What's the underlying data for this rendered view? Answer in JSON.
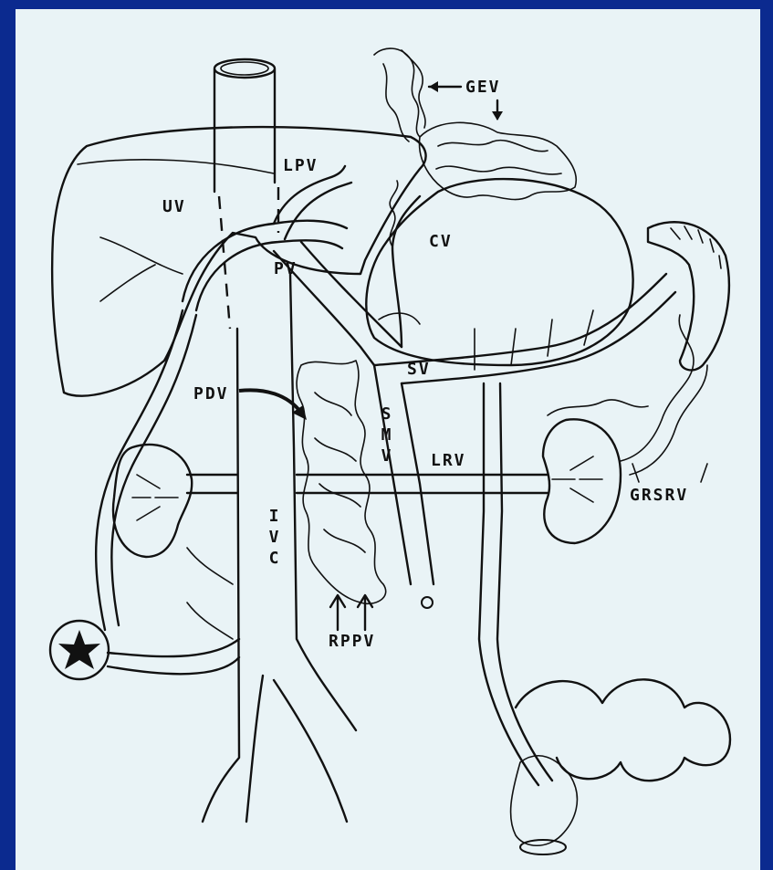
{
  "colors": {
    "frame": "#0b2a8f",
    "paper": "#e9f3f6",
    "ink": "#111111"
  },
  "labels": {
    "gev": "GEV",
    "lpv": "LPV",
    "uv": "UV",
    "cv": "CV",
    "pv": "PV",
    "pdv": "PDV",
    "sv": "SV",
    "smv": "SMV",
    "lrv": "LRV",
    "ivc": "IVC",
    "grsrv": "GRSRV",
    "rppv": "RPPV"
  }
}
